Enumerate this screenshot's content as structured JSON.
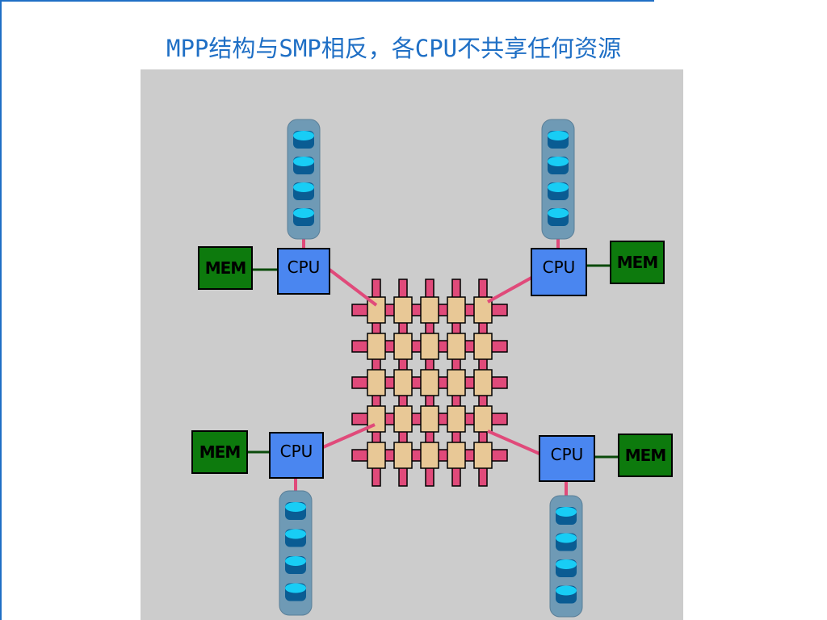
{
  "title": "MPP结构与SMP相反，各CPU不共享任何资源",
  "labels": {
    "cpu": "CPU",
    "mem": "MEM"
  },
  "nodes": [
    {
      "id": "top-left",
      "cpu": "CPU",
      "mem": "MEM",
      "disks": 4
    },
    {
      "id": "top-right",
      "cpu": "CPU",
      "mem": "MEM",
      "disks": 4
    },
    {
      "id": "bottom-left",
      "cpu": "CPU",
      "mem": "MEM",
      "disks": 4
    },
    {
      "id": "bottom-right",
      "cpu": "CPU",
      "mem": "MEM",
      "disks": 4
    }
  ],
  "interconnect": {
    "rows": 5,
    "cols": 5
  },
  "colors": {
    "accent": "#1f6fc5",
    "panel": "#cccccc",
    "cpu": "#4a86f0",
    "mem": "#0d7a0d",
    "disk_column": "#6f9ab5",
    "disk_top": "#18cdf5",
    "disk_bottom": "#0a5c93",
    "link": "#e04a7a",
    "switch": "#e8c896",
    "mem_link": "#0a4a0a"
  }
}
